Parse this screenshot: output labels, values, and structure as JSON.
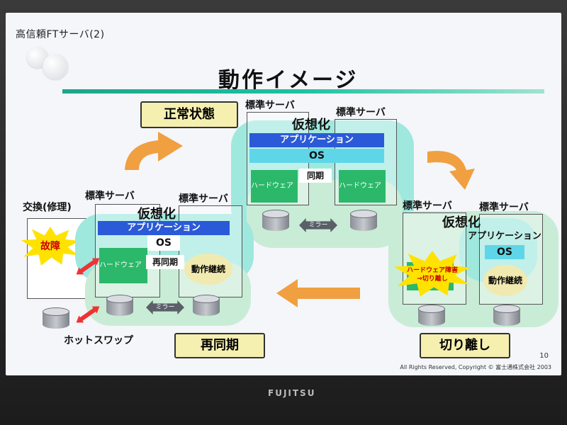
{
  "header": "高信頼FTサーバ(2)",
  "title": "動作イメージ",
  "states": {
    "normal": "正常状態",
    "resync": "再同期",
    "separate": "切り離し"
  },
  "server_label": "標準サーバ",
  "virtual_label": "仮想化",
  "app_label": "アプリケーション",
  "os_label": "OS",
  "hw_label": "ハードウェア",
  "sync_label": "同期",
  "resync_label": "再同期",
  "mirror_label": "ミラー",
  "continue_label": "動作継続",
  "exchange_label": "交換(修理)",
  "fault_label": "故障",
  "hotswap_label": "ホットスワップ",
  "hw_fault_label": "ハードウェア障害\n→切り離し",
  "page_number": "10",
  "footer": "All Rights Reserved, Copyright © 富士通株式会社 2003",
  "brand": "FUJITSU",
  "colors": {
    "cluster": "#9fe8de",
    "app_bar": "#2b5ad8",
    "os_bar": "#5fd6e8",
    "hardware": "#2bb86a",
    "arrow": "#f0a040",
    "state_box": "#f5efb0"
  }
}
